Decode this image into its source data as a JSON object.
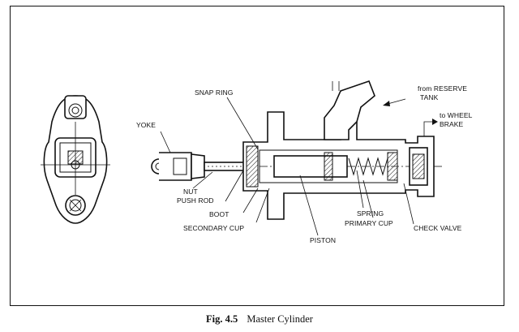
{
  "labels": {
    "yoke": "YOKE",
    "snap_ring": "SNAP RING",
    "reserve_tank_1": "from RESERVE",
    "reserve_tank_2": "TANK",
    "wheel_brake_1": "to WHEEL",
    "wheel_brake_2": "BRAKE",
    "nut": "NUT",
    "push_rod": "PUSH ROD",
    "boot": "BOOT",
    "secondary_cup": "SECONDARY CUP",
    "piston": "PISTON",
    "spring": "SPRING",
    "primary_cup": "PRIMARY CUP",
    "check_valve": "CHECK VALVE"
  },
  "caption": {
    "figure_number": "Fig. 4.5",
    "title": "Master Cylinder"
  }
}
